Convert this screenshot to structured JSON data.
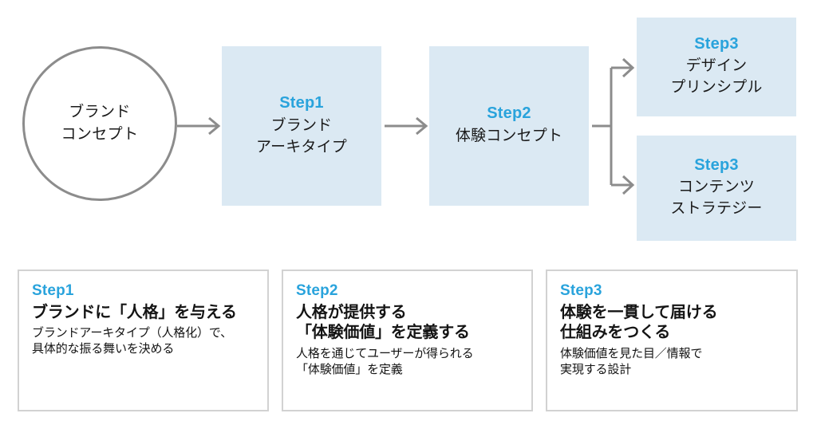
{
  "colors": {
    "accent_blue": "#29a3dc",
    "box_fill": "#dbe9f3",
    "connector_gray": "#8c8c8c",
    "card_border": "#d2d2d2",
    "text_dark": "#141414"
  },
  "flow": {
    "start_node": {
      "shape": "circle",
      "lines": [
        "ブランド",
        "コンセプト"
      ]
    },
    "steps": [
      {
        "tag": "Step1",
        "lines": [
          "ブランド",
          "アーキタイプ"
        ]
      },
      {
        "tag": "Step2",
        "lines": [
          "体験コンセプト"
        ]
      },
      {
        "tag": "Step3",
        "lines": [
          "デザイン",
          "プリンシプル"
        ]
      },
      {
        "tag": "Step3",
        "lines": [
          "コンテンツ",
          "ストラテジー"
        ]
      }
    ]
  },
  "cards": [
    {
      "step": "Step1",
      "title_lines": [
        "ブランドに「人格」を与える"
      ],
      "desc_lines": [
        "ブランドアーキタイプ（人格化）で、",
        "具体的な振る舞いを決める"
      ]
    },
    {
      "step": "Step2",
      "title_lines": [
        "人格が提供する",
        "「体験価値」を定義する"
      ],
      "desc_lines": [
        "人格を通じてユーザーが得られる",
        "「体験価値」を定義"
      ]
    },
    {
      "step": "Step3",
      "title_lines": [
        "体験を一貫して届ける",
        "仕組みをつくる"
      ],
      "desc_lines": [
        "体験価値を見た目／情報で",
        "実現する設計"
      ]
    }
  ]
}
